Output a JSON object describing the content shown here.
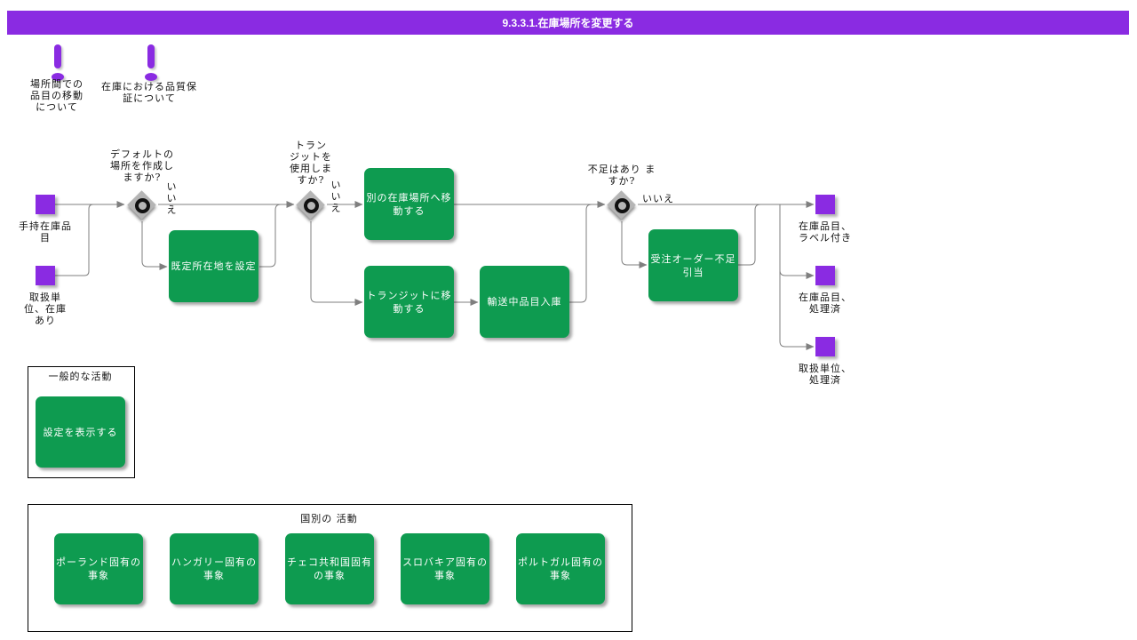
{
  "header": {
    "title": "9.3.3.1.在庫場所を変更する"
  },
  "colors": {
    "purple": "#8A2BE2",
    "green": "#0E9B50",
    "line_gray": "#7F7F7F",
    "gateway_gray": "#B5B5B5"
  },
  "annotations": [
    {
      "icon": "exclamation-icon",
      "label": "場所間での\n品目の移動\nについて"
    },
    {
      "icon": "exclamation-icon",
      "label": "在庫における品質保\n証について"
    }
  ],
  "start_events": [
    {
      "label": "手持在庫品\n目"
    },
    {
      "label": "取扱単\n位、在庫\nあり"
    }
  ],
  "gateways": [
    {
      "question": "デフォルトの\n場所を作成し\nますか?",
      "no_label": "いいえ"
    },
    {
      "question": "トラン\nジットを\n使用しま\nすか?",
      "no_label": "いいえ"
    },
    {
      "question": "不足はあり ま\nすか?",
      "no_label": "いいえ"
    }
  ],
  "activities": [
    {
      "label": "既定所在地を設定"
    },
    {
      "label": "別の在庫場所へ移\n動する"
    },
    {
      "label": "トランジットに移\n動する"
    },
    {
      "label": "輸送中品目入庫"
    },
    {
      "label": "受注オーダー不足\n引当"
    }
  ],
  "end_events": [
    {
      "label": "在庫品目、\nラベル付き"
    },
    {
      "label": "在庫品目、\n処理済"
    },
    {
      "label": "取扱単位、\n処理済"
    }
  ],
  "general_section": {
    "title": "一般的な活動",
    "items": [
      {
        "label": "設定を表示する"
      }
    ]
  },
  "country_section": {
    "title": "国別の 活動",
    "items": [
      {
        "label": "ポーランド固有の事象"
      },
      {
        "label": "ハンガリー固有の\n事象"
      },
      {
        "label": "チェコ共和国固有\nの事象"
      },
      {
        "label": "スロバキア固有の\n事象"
      },
      {
        "label": "ポルトガル固有の\n事象"
      }
    ]
  }
}
